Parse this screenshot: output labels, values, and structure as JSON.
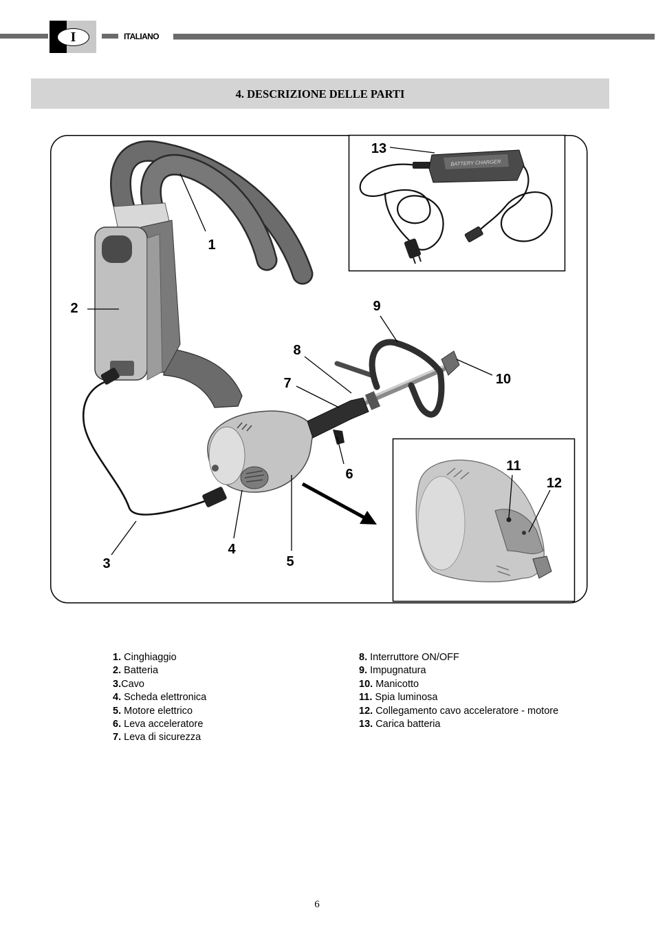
{
  "header": {
    "section_letter": "I",
    "language": "ITALIANO"
  },
  "section_title": "4. DESCRIZIONE DELLE PARTI",
  "figure": {
    "callouts": [
      "1",
      "2",
      "3",
      "4",
      "5",
      "6",
      "7",
      "8",
      "9",
      "10",
      "11",
      "12",
      "13"
    ],
    "charger_label": "BATTERY CHARGER"
  },
  "legend": {
    "left": [
      {
        "num": "1.",
        "text": "Cinghiaggio"
      },
      {
        "num": "2.",
        "text": "Batteria"
      },
      {
        "num": "3.",
        "text": "Cavo"
      },
      {
        "num": "4.",
        "text": "Scheda elettronica"
      },
      {
        "num": "5.",
        "text": "Motore elettrico"
      },
      {
        "num": "6.",
        "text": "Leva acceleratore"
      },
      {
        "num": "7.",
        "text": "Leva di sicurezza"
      }
    ],
    "right": [
      {
        "num": "8.",
        "text": "Interruttore ON/OFF"
      },
      {
        "num": "9.",
        "text": "Impugnatura"
      },
      {
        "num": "10.",
        "text": "Manicotto"
      },
      {
        "num": "11.",
        "text": "Spia luminosa"
      },
      {
        "num": "12.",
        "text": "Collegamento cavo acceleratore - motore"
      },
      {
        "num": "13.",
        "text": "Carica batteria"
      }
    ]
  },
  "page_number": "6",
  "colors": {
    "title_bar": "#d4d4d4",
    "header_rule": "#6b6b6b",
    "header_tab_dark": "#000000",
    "header_tab_light": "#c8c8c8"
  }
}
